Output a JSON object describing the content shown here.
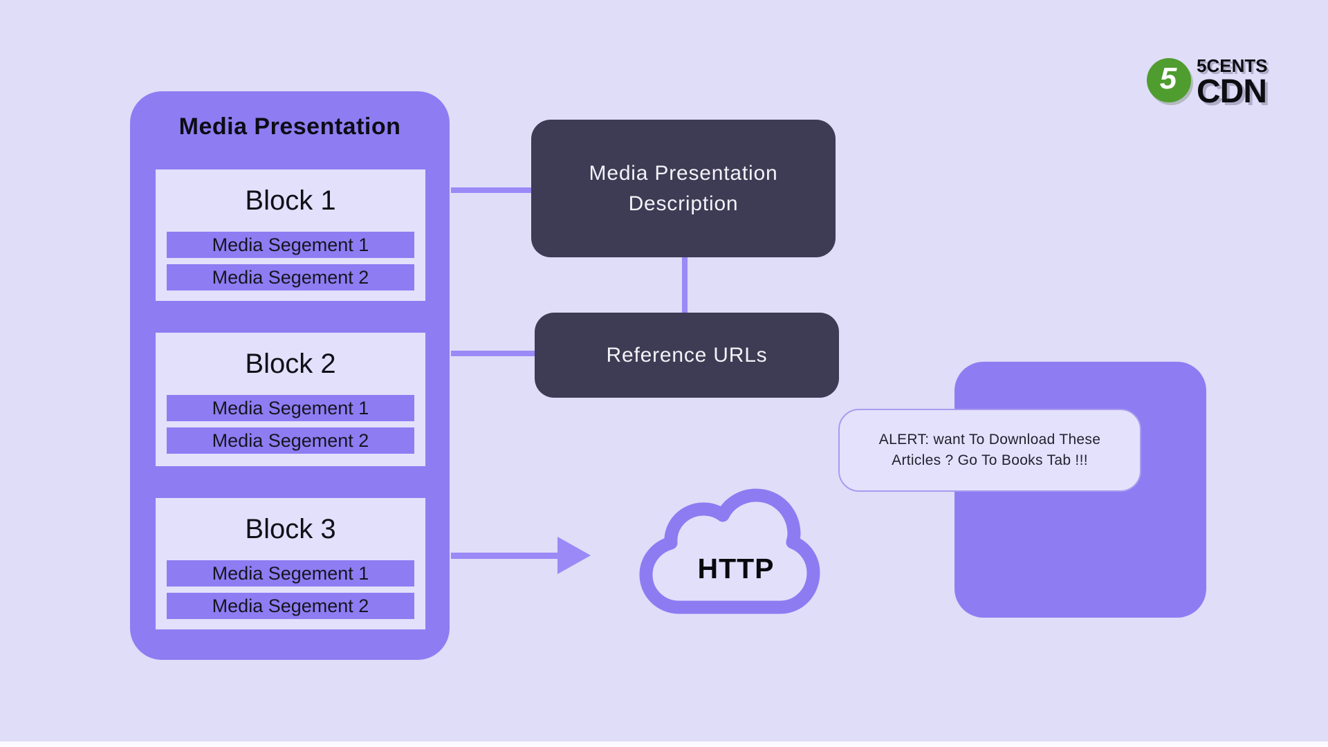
{
  "colors": {
    "background": "#dfddf8",
    "purple": "#8e7cf3",
    "connector": "#9a89f6",
    "dark_node": "#3e3b54",
    "node_text": "#f3f2f8",
    "block_bg": "#e3e0fb",
    "alert_bg": "#e4e1fc",
    "alert_border": "#a99bf0",
    "logo_green": "#4f9c2f"
  },
  "logo": {
    "badge_digit": "5",
    "brand_top": "5CENTS",
    "brand_bottom": "CDN"
  },
  "media_presentation": {
    "title": "Media Presentation",
    "blocks": [
      {
        "title": "Block 1",
        "segments": [
          "Media Segement 1",
          "Media Segement 2"
        ]
      },
      {
        "title": "Block 2",
        "segments": [
          "Media Segement 1",
          "Media Segement 2"
        ]
      },
      {
        "title": "Block 3",
        "segments": [
          "Media Segement 1",
          "Media Segement 2"
        ]
      }
    ]
  },
  "nodes": {
    "description": {
      "line1": "Media Presentation",
      "line2": "Description"
    },
    "reference": "Reference URLs",
    "http": "HTTP"
  },
  "alert": {
    "line1": "ALERT: want To Download These",
    "line2": "Articles ? Go To Books Tab !!!"
  }
}
